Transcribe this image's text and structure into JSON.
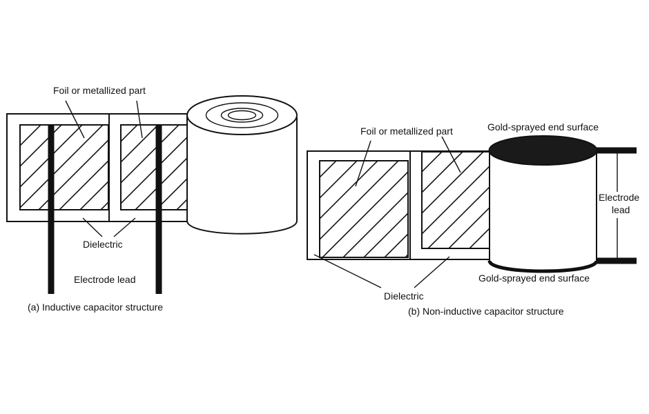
{
  "panel_a": {
    "foil_label": "Foil or metallized part",
    "dielectric_label": "Dielectric",
    "lead_label": "Electrode lead",
    "caption": "(a) Inductive capacitor structure"
  },
  "panel_b": {
    "foil_label": "Foil or metallized part",
    "gold_top_label": "Gold-sprayed end surface",
    "gold_bottom_label": "Gold-sprayed end surface",
    "lead_label_line1": "Electrode",
    "lead_label_line2": "lead",
    "dielectric_label": "Dielectric",
    "caption": "(b) Non-inductive capacitor structure"
  }
}
